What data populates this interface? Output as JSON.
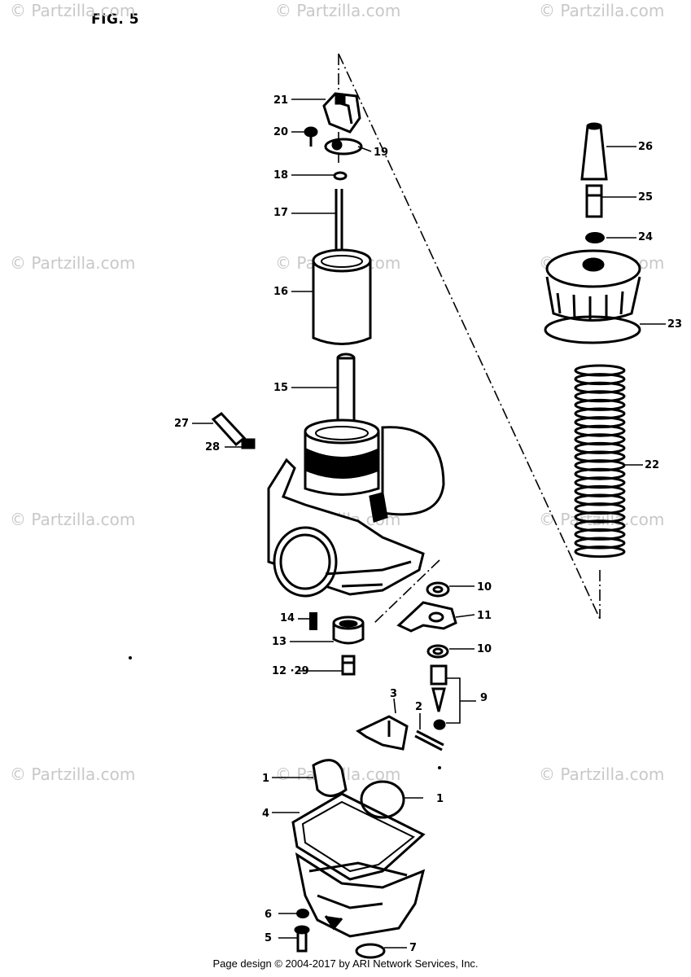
{
  "figure_label": "FIG. 5",
  "watermark_text": "© Partzilla.com",
  "footer_text": "Page design © 2004-2017 by ARI Network Services, Inc.",
  "callouts": [
    "21",
    "20",
    "19",
    "18",
    "17",
    "16",
    "15",
    "27",
    "28",
    "26",
    "25",
    "24",
    "23",
    "22",
    "10",
    "11",
    "10",
    "9",
    "14",
    "13",
    "12 ·29",
    "3",
    "2",
    "1",
    "1",
    "4",
    "6",
    "5",
    "7"
  ],
  "colors": {
    "ink": "#000000",
    "watermark": "#c8c8c8",
    "background": "#ffffff"
  }
}
